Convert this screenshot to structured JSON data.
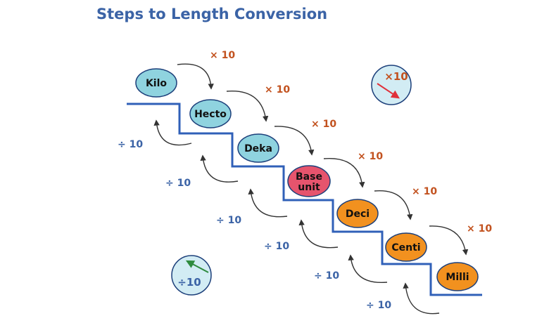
{
  "title": "Steps to Length Conversion",
  "units": [
    {
      "label": "Kilo",
      "fill": "#8fd3df"
    },
    {
      "label": "Hecto",
      "fill": "#8fd3df"
    },
    {
      "label": "Deka",
      "fill": "#8fd3df"
    },
    {
      "label_line1": "Base",
      "label_line2": "unit",
      "fill": "#e6546d"
    },
    {
      "label": "Deci",
      "fill": "#f2911f"
    },
    {
      "label": "Centi",
      "fill": "#f2911f"
    },
    {
      "label": "Milli",
      "fill": "#f2911f"
    }
  ],
  "multiply_labels": [
    "× 10",
    "× 10",
    "× 10",
    "× 10",
    "× 10",
    "× 10"
  ],
  "divide_labels": [
    "÷ 10",
    "÷ 10",
    "÷ 10",
    "÷ 10",
    "÷ 10",
    "÷ 10"
  ],
  "legend": {
    "multiply": "×10",
    "divide": "÷10"
  },
  "colors": {
    "title": "#3b63a6",
    "stairs": "#3060b8",
    "multiply_text": "#c2521f",
    "divide_text": "#3b63a6",
    "multiply_arrow": "#e0303a",
    "divide_arrow": "#2e8b3e",
    "badge_fill": "#d2ecf4"
  }
}
